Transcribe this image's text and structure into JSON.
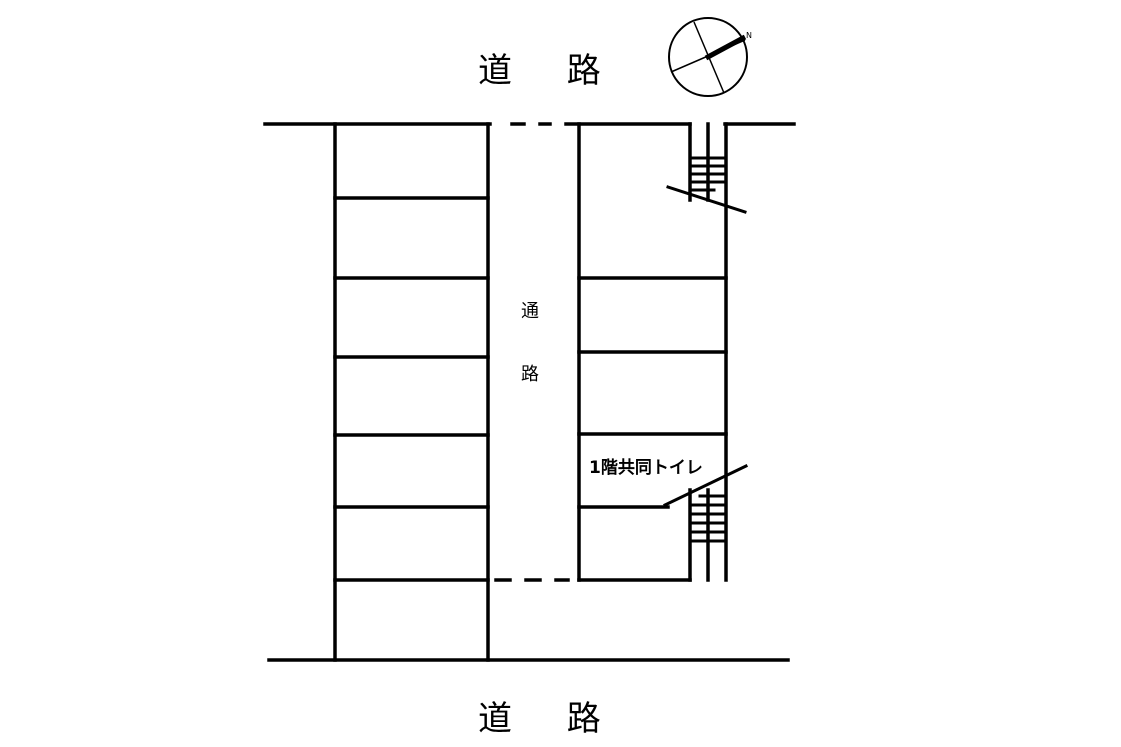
{
  "labels": {
    "road_top": "道 路",
    "road_bottom": "道 路",
    "aisle_char_1": "通",
    "aisle_char_2": "路",
    "toilet": "1階共同トイレ"
  },
  "icons": {
    "compass": "compass-north-arrow-icon",
    "staircase": "staircase-icon"
  },
  "colors": {
    "line": "#000000",
    "background": "#ffffff"
  }
}
